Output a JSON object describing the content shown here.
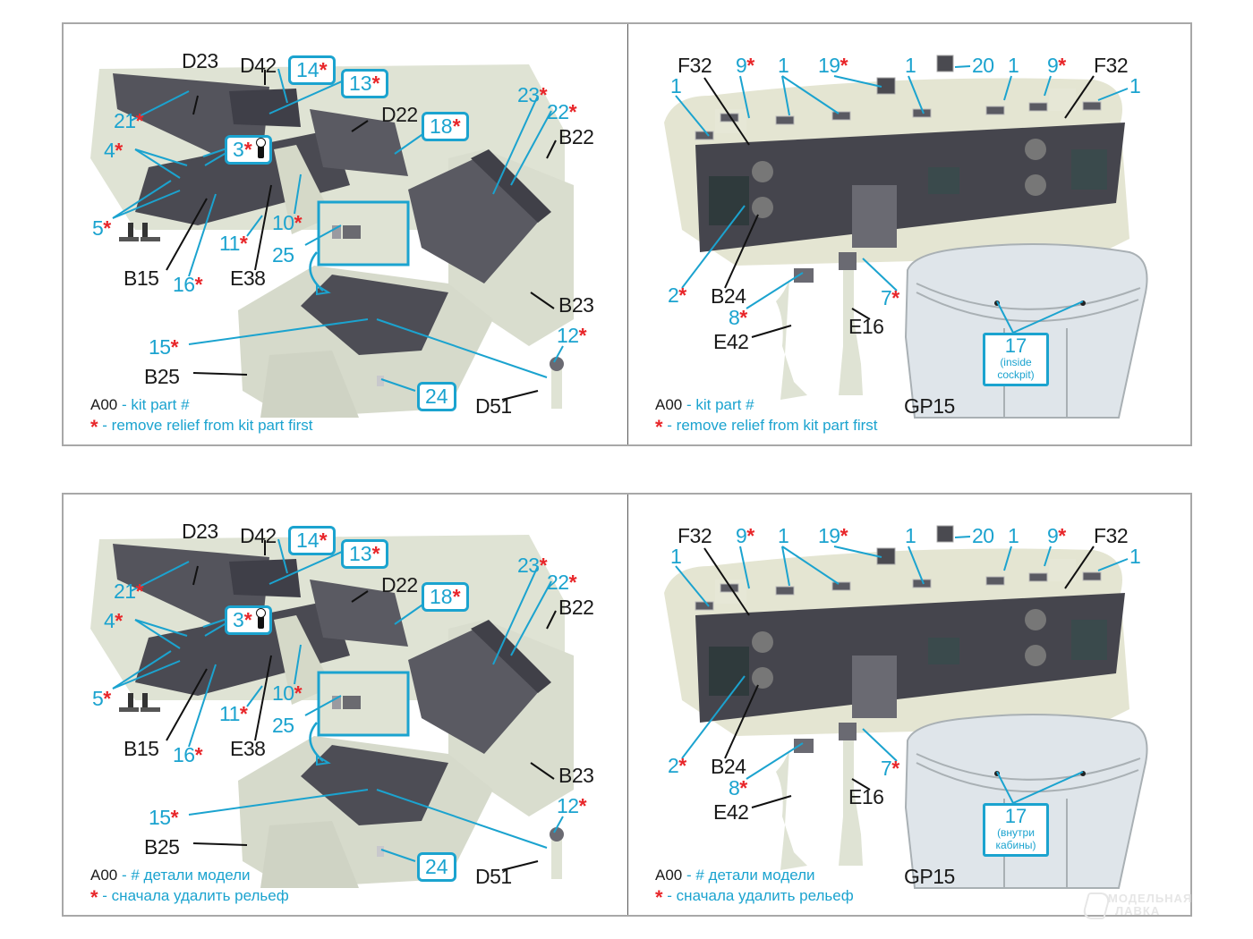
{
  "sheets": [
    {
      "language": "en",
      "left": {
        "kit_labels": [
          "D23",
          "D42",
          "D22",
          "B22",
          "B15",
          "E38",
          "B23",
          "B25",
          "D51"
        ],
        "pe_labels": [
          {
            "num": "21",
            "star": true
          },
          {
            "num": "4",
            "star": true
          },
          {
            "num": "5",
            "star": true
          },
          {
            "num": "16",
            "star": true
          },
          {
            "num": "11",
            "star": true
          },
          {
            "num": "10",
            "star": true
          },
          {
            "num": "25",
            "star": false
          },
          {
            "num": "23",
            "star": true
          },
          {
            "num": "22",
            "star": true
          },
          {
            "num": "15",
            "star": true
          },
          {
            "num": "12",
            "star": true
          }
        ],
        "boxed_labels": [
          {
            "num": "14",
            "star": true
          },
          {
            "num": "13",
            "star": true
          },
          {
            "num": "3",
            "star": true
          },
          {
            "num": "18",
            "star": true
          },
          {
            "num": "24",
            "star": false
          }
        ],
        "legend": {
          "code": "A00",
          "code_text": "- kit part #",
          "star_text": "- remove relief from kit part first"
        }
      },
      "right": {
        "kit_labels": [
          "F32",
          "F32",
          "B24",
          "E42",
          "E16",
          "GP15"
        ],
        "pe_labels": [
          {
            "num": "1",
            "star": false
          },
          {
            "num": "9",
            "star": true
          },
          {
            "num": "1",
            "star": false
          },
          {
            "num": "19",
            "star": true
          },
          {
            "num": "1",
            "star": false
          },
          {
            "num": "20",
            "star": false
          },
          {
            "num": "1",
            "star": false
          },
          {
            "num": "9",
            "star": true
          },
          {
            "num": "1",
            "star": false
          },
          {
            "num": "2",
            "star": true
          },
          {
            "num": "8",
            "star": true
          },
          {
            "num": "7",
            "star": true
          }
        ],
        "box17": {
          "num": "17",
          "sub1": "(inside",
          "sub2": "cockpit)"
        },
        "legend": {
          "code": "A00",
          "code_text": "- kit part #",
          "star_text": "- remove relief from kit part first"
        }
      }
    },
    {
      "language": "ru",
      "left": {
        "kit_labels": [
          "D23",
          "D42",
          "D22",
          "B22",
          "B15",
          "E38",
          "B23",
          "B25",
          "D51"
        ],
        "pe_labels": [
          {
            "num": "21",
            "star": true
          },
          {
            "num": "4",
            "star": true
          },
          {
            "num": "5",
            "star": true
          },
          {
            "num": "16",
            "star": true
          },
          {
            "num": "11",
            "star": true
          },
          {
            "num": "10",
            "star": true
          },
          {
            "num": "25",
            "star": false
          },
          {
            "num": "23",
            "star": true
          },
          {
            "num": "22",
            "star": true
          },
          {
            "num": "15",
            "star": true
          },
          {
            "num": "12",
            "star": true
          }
        ],
        "boxed_labels": [
          {
            "num": "14",
            "star": true
          },
          {
            "num": "13",
            "star": true
          },
          {
            "num": "3",
            "star": true
          },
          {
            "num": "18",
            "star": true
          },
          {
            "num": "24",
            "star": false
          }
        ],
        "legend": {
          "code": "A00",
          "code_text": "- # детали модели",
          "star_text": "- сначала удалить рельеф"
        }
      },
      "right": {
        "kit_labels": [
          "F32",
          "F32",
          "B24",
          "E42",
          "E16",
          "GP15"
        ],
        "pe_labels": [
          {
            "num": "1",
            "star": false
          },
          {
            "num": "9",
            "star": true
          },
          {
            "num": "1",
            "star": false
          },
          {
            "num": "19",
            "star": true
          },
          {
            "num": "1",
            "star": false
          },
          {
            "num": "20",
            "star": false
          },
          {
            "num": "1",
            "star": false
          },
          {
            "num": "9",
            "star": true
          },
          {
            "num": "1",
            "star": false
          },
          {
            "num": "2",
            "star": true
          },
          {
            "num": "8",
            "star": true
          },
          {
            "num": "7",
            "star": true
          }
        ],
        "box17": {
          "num": "17",
          "sub1": "(внутри",
          "sub2": "кабины)"
        },
        "legend": {
          "code": "A00",
          "code_text": "- # детали модели",
          "star_text": "- сначала удалить рельеф"
        }
      }
    }
  ],
  "star_symbol": "*",
  "watermark": {
    "line1": "МОДЕЛЬНАЯ",
    "line2": "ЛАВКА"
  },
  "colors": {
    "label_blue": "#1ba3cf",
    "star_red": "#e8262a",
    "kit_part_beige": "#dfe3d4",
    "panel_dark": "#4a4a52"
  }
}
